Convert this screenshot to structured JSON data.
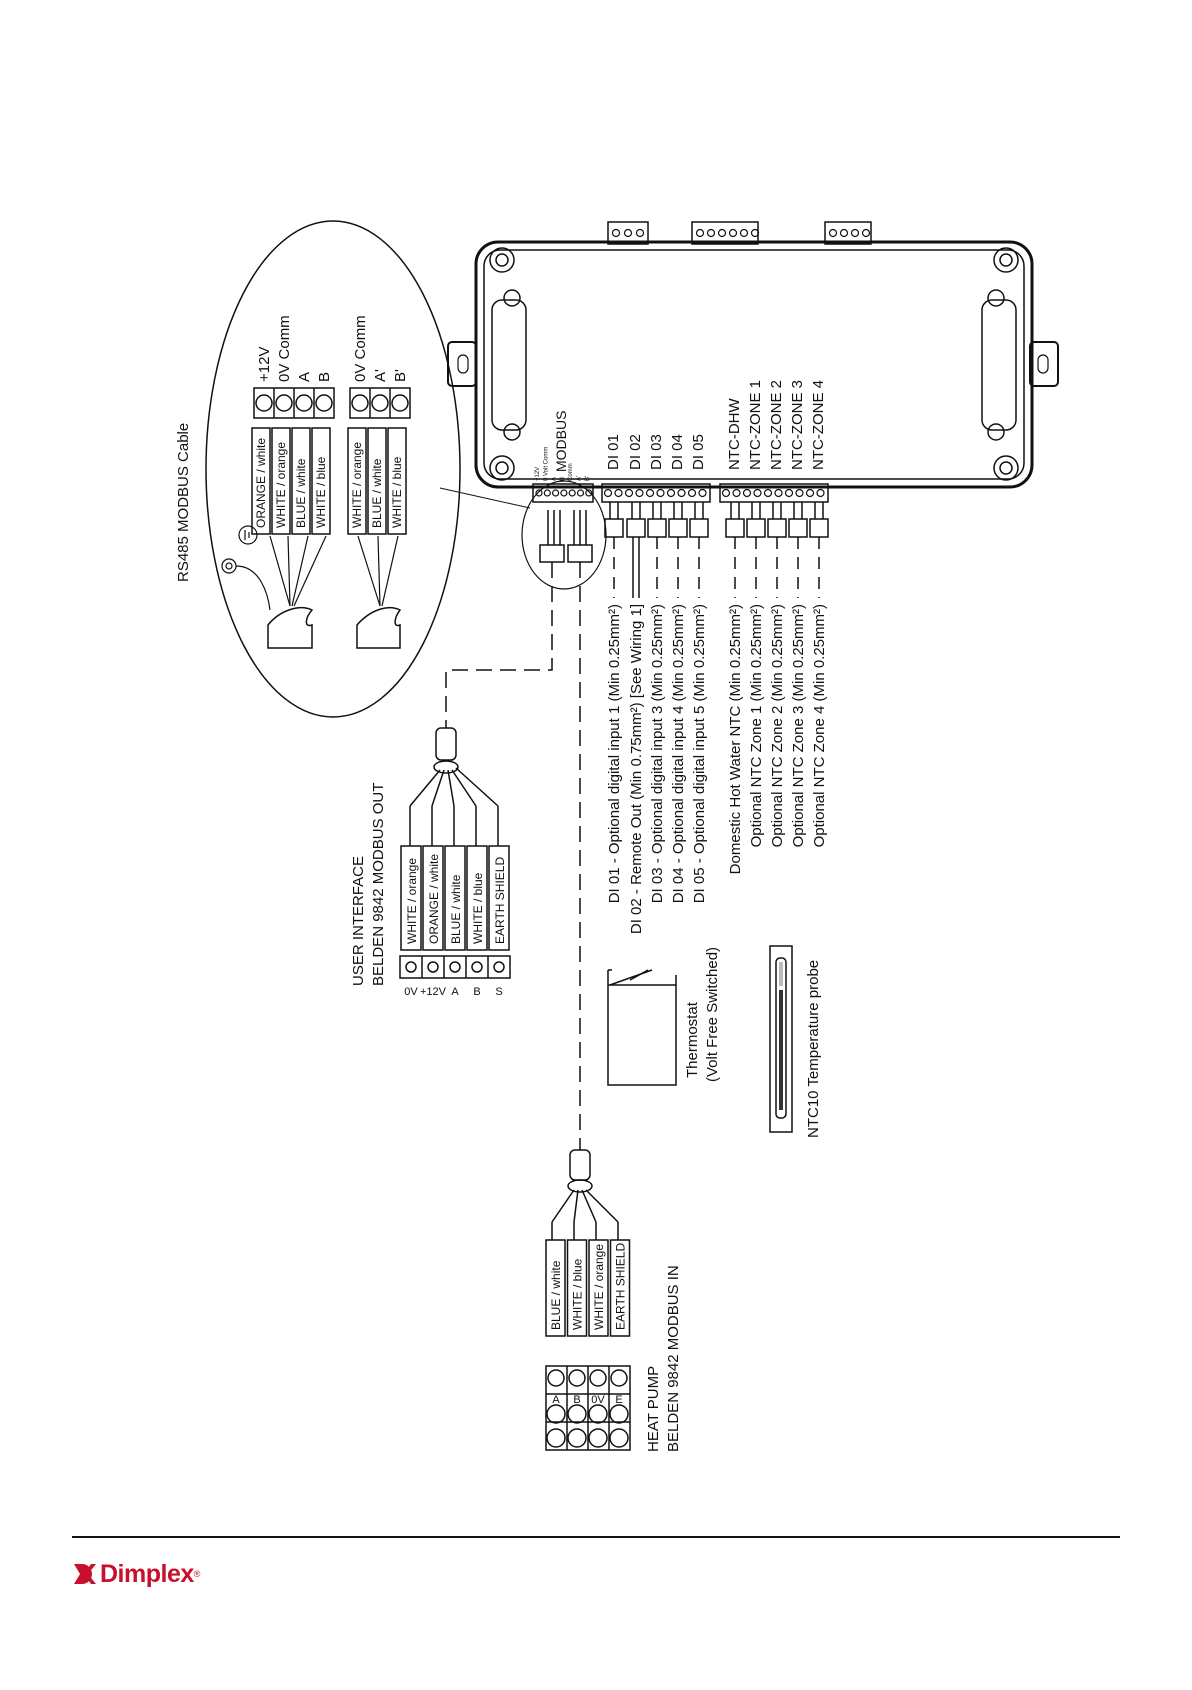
{
  "brand": {
    "name": "Dimplex",
    "color": "#c8102e"
  },
  "rs485": {
    "title": "RS485 MODBUS Cable",
    "left_wires": [
      "ORANGE / white",
      "WHITE / orange",
      "BLUE / white",
      "WHITE / blue"
    ],
    "left_terminals": [
      "+12V",
      "0V Comm",
      "A",
      "B"
    ],
    "right_wires": [
      "WHITE / orange",
      "BLUE / white",
      "WHITE / blue"
    ],
    "right_terminals": [
      "0V Comm",
      "A'",
      "B'"
    ]
  },
  "controller": {
    "modbus_label": "MODBUS",
    "modbus_pins": [
      "+12V",
      "0 Volt Comm",
      "A",
      "B",
      "Comm",
      "A'",
      "B'"
    ],
    "di_labels": [
      "DI 01",
      "DI 02",
      "DI 03",
      "DI 04",
      "DI 05"
    ],
    "ntc_labels": [
      "NTC-DHW",
      "NTC-ZONE 1",
      "NTC-ZONE 2",
      "NTC-ZONE 3",
      "NTC-ZONE 4"
    ]
  },
  "io_descriptions": [
    "DI 01 - Optional digital input 1 (Min 0.25mm²)",
    "DI 02 - Remote Out (Min 0.75mm²) [See Wiring 1]",
    "DI 03 - Optional digital input 3 (Min 0.25mm²)",
    "DI 04 - Optional digital input 4 (Min 0.25mm²)",
    "DI 05 - Optional digital input 5 (Min 0.25mm²)",
    "Domestic Hot Water NTC (Min 0.25mm²)",
    "Optional NTC Zone 1 (Min 0.25mm²)",
    "Optional NTC Zone 2 (Min 0.25mm²)",
    "Optional NTC Zone 3 (Min 0.25mm²)",
    "Optional NTC Zone 4 (Min 0.25mm²)"
  ],
  "thermostat": {
    "line1": "Thermostat",
    "line2": "(Volt Free Switched)"
  },
  "probe": {
    "label": "NTC10 Temperature probe"
  },
  "user_interface": {
    "title1": "USER INTERFACE",
    "title2": "BELDEN 9842 MODBUS OUT",
    "wires": [
      "WHITE / orange",
      "ORANGE / white",
      "BLUE / white",
      "WHITE / blue",
      "EARTH SHIELD"
    ],
    "terminals": [
      "0V",
      "+12V",
      "A",
      "B",
      "S"
    ]
  },
  "heat_pump": {
    "title1": "HEAT PUMP",
    "title2": "BELDEN 9842 MODBUS IN",
    "wires": [
      "BLUE / white",
      "WHITE / blue",
      "WHITE / orange",
      "EARTH SHIELD"
    ],
    "terminals": [
      "A",
      "B",
      "0V",
      "E"
    ]
  }
}
